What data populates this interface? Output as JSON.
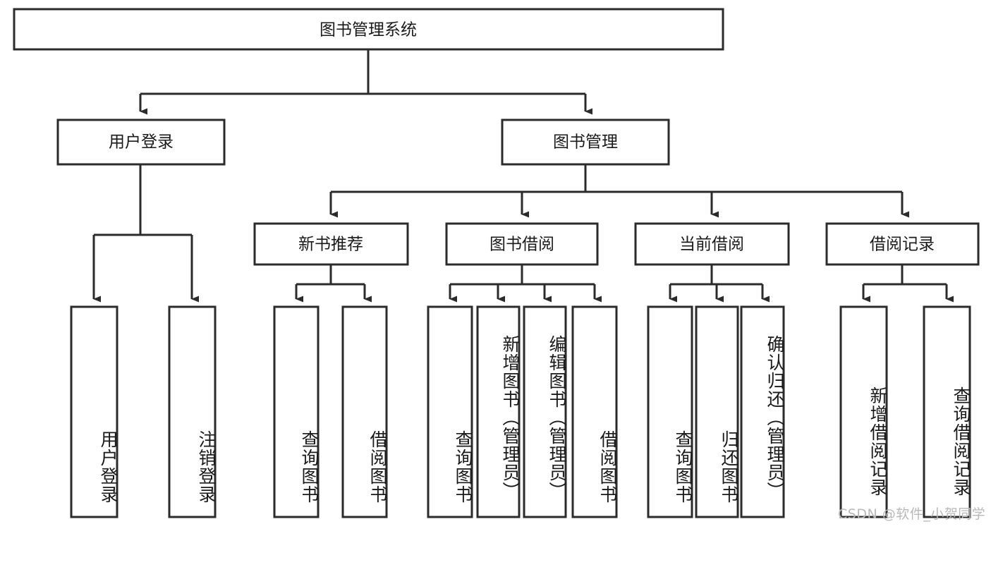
{
  "diagram": {
    "title": "图书管理系统",
    "type": "tree",
    "orientation": "top-down",
    "colors": {
      "stroke": "#2b2b2b",
      "fill": "#ffffff",
      "text": "#1a1a1a",
      "background": "#ffffff",
      "watermark": "#b9b9b9"
    },
    "root": {
      "id": "root",
      "label": "图书管理系统"
    },
    "level2": [
      {
        "id": "user-login",
        "label": "用户登录"
      },
      {
        "id": "book-manage",
        "label": "图书管理"
      }
    ],
    "level3": [
      {
        "id": "new-book-rec",
        "label": "新书推荐",
        "parent": "book-manage"
      },
      {
        "id": "book-borrow",
        "label": "图书借阅",
        "parent": "book-manage"
      },
      {
        "id": "current-borrow",
        "label": "当前借阅",
        "parent": "book-manage"
      },
      {
        "id": "borrow-record",
        "label": "借阅记录",
        "parent": "book-manage"
      }
    ],
    "leaves": [
      {
        "id": "leaf-user-login",
        "label": "用户登录",
        "parent": "user-login"
      },
      {
        "id": "leaf-logout-login",
        "label": "注销登录",
        "parent": "user-login"
      },
      {
        "id": "leaf-query-book-1",
        "label": "查询图书",
        "parent": "new-book-rec"
      },
      {
        "id": "leaf-borrow-book-1",
        "label": "借阅图书",
        "parent": "new-book-rec"
      },
      {
        "id": "leaf-query-book-2",
        "label": "查询图书",
        "parent": "book-borrow"
      },
      {
        "id": "leaf-add-book",
        "label": "新增图书（管理员）",
        "parent": "book-borrow"
      },
      {
        "id": "leaf-edit-book",
        "label": "编辑图书（管理员）",
        "parent": "book-borrow"
      },
      {
        "id": "leaf-borrow-book-2",
        "label": "借阅图书",
        "parent": "book-borrow"
      },
      {
        "id": "leaf-query-book-3",
        "label": "查询图书",
        "parent": "current-borrow"
      },
      {
        "id": "leaf-return-book",
        "label": "归还图书",
        "parent": "current-borrow"
      },
      {
        "id": "leaf-confirm-return",
        "label": "确认归还（管理员）",
        "parent": "current-borrow"
      },
      {
        "id": "leaf-add-record",
        "label": "新增借阅记录",
        "parent": "borrow-record"
      },
      {
        "id": "leaf-query-record",
        "label": "查询借阅记录",
        "parent": "borrow-record"
      }
    ],
    "watermark": "CSDN @软件_小贺同学"
  }
}
